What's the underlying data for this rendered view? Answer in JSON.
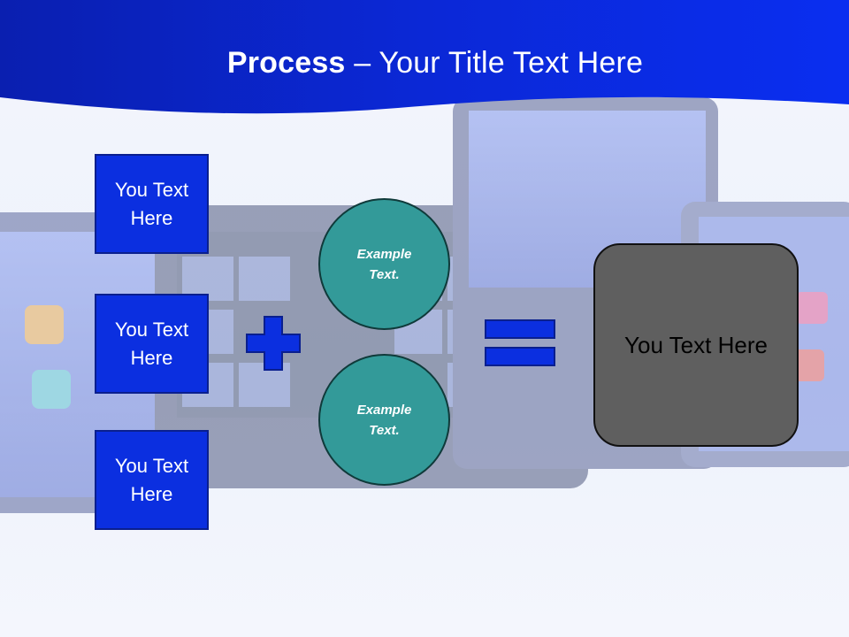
{
  "slide": {
    "title_bold": "Process",
    "title_rest": " – Your Title Text Here",
    "left_boxes": [
      {
        "label": "You Text Here"
      },
      {
        "label": "You Text Here"
      },
      {
        "label": "You Text Here"
      }
    ],
    "circles": [
      {
        "label": "Example Text."
      },
      {
        "label": "Example Text."
      }
    ],
    "result_label": "You Text Here",
    "operators": {
      "plus": "plus-sign",
      "equals": "equals-sign"
    }
  },
  "colors": {
    "header_blue": "#0a22d8",
    "box_blue": "#0b2fe0",
    "circle_teal": "#339a99",
    "result_gray": "#5f5f5f"
  }
}
